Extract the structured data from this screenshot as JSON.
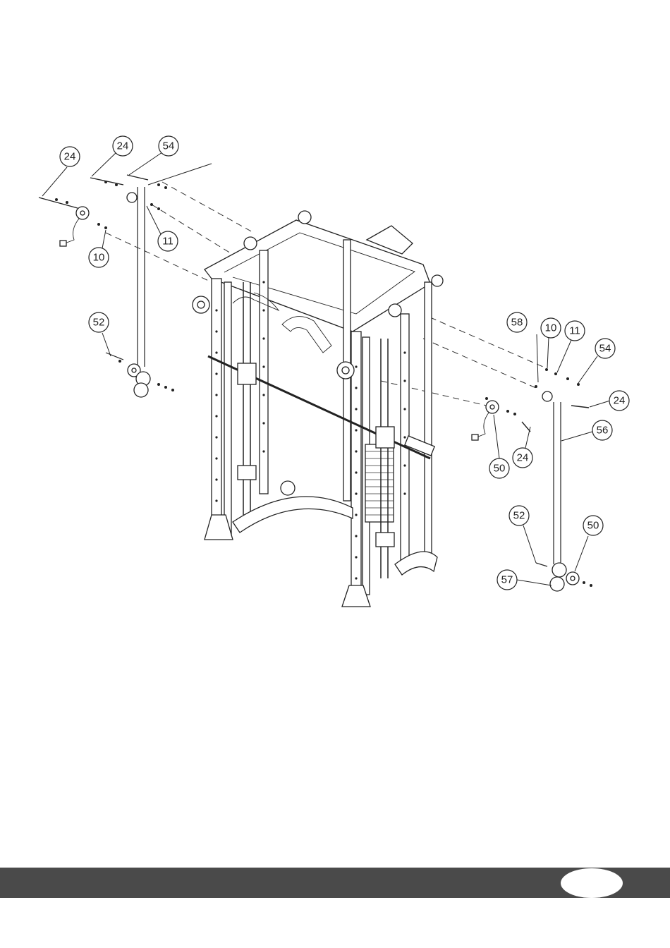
{
  "callouts": {
    "left": [
      "24",
      "24",
      "54",
      "11",
      "10",
      "52"
    ],
    "right": [
      "58",
      "10",
      "11",
      "54",
      "24",
      "56",
      "24",
      "50",
      "52",
      "50",
      "57"
    ]
  },
  "footer": {
    "bar_color": "#4a4a4a",
    "page_number": ""
  }
}
